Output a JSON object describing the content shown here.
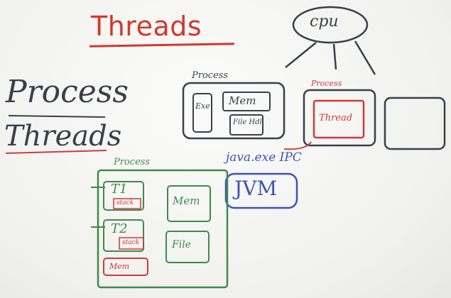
{
  "board": {
    "title": "Threads",
    "cpu": "cpu",
    "left_process": "Process",
    "left_threads": "Threads",
    "process_label_top": "Process",
    "code_label": "Exe",
    "mem_label": "Mem",
    "file_label": "File Hdl",
    "process_label_red": "Process",
    "thread_label": "Thread",
    "java_exe": "java.exe IPC",
    "jvm": "JVM",
    "process_label_green": "Process",
    "t1_label": "T1",
    "t1_sub": "stack",
    "t2_label": "T2",
    "t2_sub": "stack",
    "green_mem": "Mem",
    "green_file": "File",
    "green_bottom": "Mem"
  }
}
